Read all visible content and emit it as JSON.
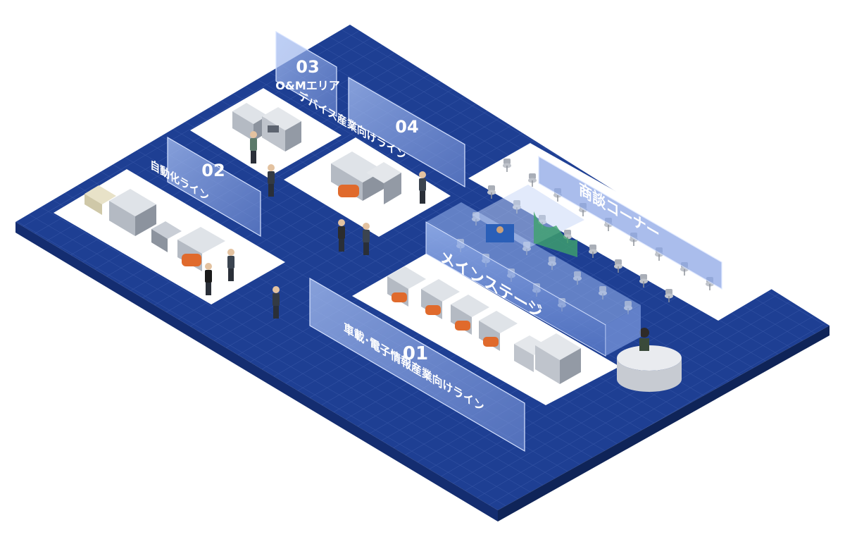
{
  "floor": {
    "base_color": "#1e3f93",
    "grid_color": "#5b78c4",
    "edge_color": "#142d70"
  },
  "zones": [
    {
      "id": "01",
      "number": "01",
      "name": "車載･電子情報産業向けライン",
      "line_count": 2
    },
    {
      "id": "02",
      "number": "02",
      "name": "自動化ライン",
      "line_count": 1
    },
    {
      "id": "03",
      "number": "03",
      "name": "O&Mエリア",
      "line_count": 1
    },
    {
      "id": "04",
      "number": "04",
      "name": "デバイス産業向けライン",
      "line_count": 1
    }
  ],
  "main_stage": {
    "name": "メインステージ"
  },
  "business_corner": {
    "name": "商談コーナー"
  },
  "colors": {
    "panel_fill": "#8ea8e6",
    "panel_stroke": "#d6e2ff",
    "machine_body": "#c9ced6",
    "machine_dark": "#5d6470",
    "machine_orange": "#e06a2c",
    "chair": "#b8bcc4"
  }
}
